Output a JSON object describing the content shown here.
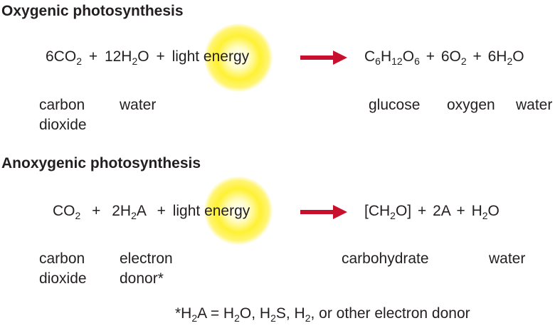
{
  "oxygenic": {
    "heading": "Oxygenic photosynthesis",
    "reactants": {
      "co2_coef": "6CO",
      "co2_sub": "2",
      "plus1": "+",
      "h2o_coef": "12H",
      "h2o_sub": "2",
      "h2o_tail": "O",
      "plus2": "+",
      "light": "light energy"
    },
    "products": {
      "c": "C",
      "c_sub": "6",
      "h": "H",
      "h_sub": "12",
      "o": "O",
      "o_sub": "6",
      "plus1": "+",
      "o2_coef": "6O",
      "o2_sub": "2",
      "plus2": "+",
      "w_coef": "6H",
      "w_sub": "2",
      "w_tail": "O"
    },
    "labels": {
      "carbon": "carbon",
      "dioxide": "dioxide",
      "water": "water",
      "glucose": "glucose",
      "oxygen": "oxygen",
      "water2": "water"
    }
  },
  "anoxygenic": {
    "heading": "Anoxygenic photosynthesis",
    "reactants": {
      "co2": "CO",
      "co2_sub": "2",
      "plus1": "+",
      "h2a_coef": "2H",
      "h2a_sub": "2",
      "h2a_tail": "A",
      "plus2": "+",
      "light": "light energy"
    },
    "products": {
      "ch2o_a": "[CH",
      "ch2o_sub": "2",
      "ch2o_b": "O]",
      "plus1": "+",
      "two_a": "2A",
      "plus2": "+",
      "w_coef": "H",
      "w_sub": "2",
      "w_tail": "O"
    },
    "labels": {
      "carbon": "carbon",
      "dioxide": "dioxide",
      "electron": "electron",
      "donor": "donor*",
      "carbohydrate": "carbohydrate",
      "water": "water"
    },
    "footnote": {
      "a": "*H",
      "a_sub": "2",
      "b": "A = H",
      "b_sub": "2",
      "c": "O, H",
      "c_sub": "2",
      "d": "S, H",
      "d_sub": "2",
      "e": ", or other electron donor"
    }
  },
  "colors": {
    "arrow": "#c8102e",
    "glow": "#ffec00",
    "text": "#231f20"
  }
}
